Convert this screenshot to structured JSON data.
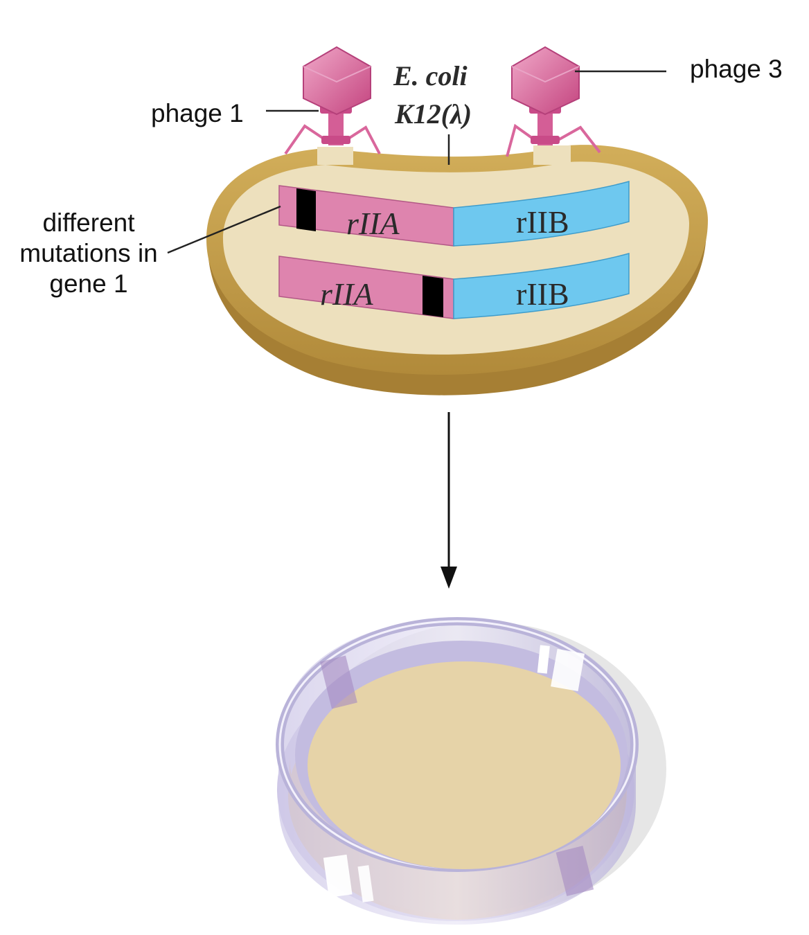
{
  "labels": {
    "phage_left": "phage 1",
    "phage_right": "phage 3",
    "host_line1": "E. coli",
    "host_line2": "K12(λ)",
    "mutations_line1": "different",
    "mutations_line2": "mutations in",
    "mutations_line3": "gene 1"
  },
  "chromosomes": [
    {
      "gene_a": "rIIA",
      "gene_b": "rIIB"
    },
    {
      "gene_a": "rIIA",
      "gene_b": "rIIB"
    }
  ],
  "colors": {
    "phage": "#d9679c",
    "cell_rim": "#c9a452",
    "cytoplasm": "#ede0bd",
    "gene_a": "#de84ae",
    "gene_b": "#6ec8ef",
    "mutation": "#000000",
    "dish_rim": "#b9b3d9",
    "agar": "#e6d3a8"
  }
}
